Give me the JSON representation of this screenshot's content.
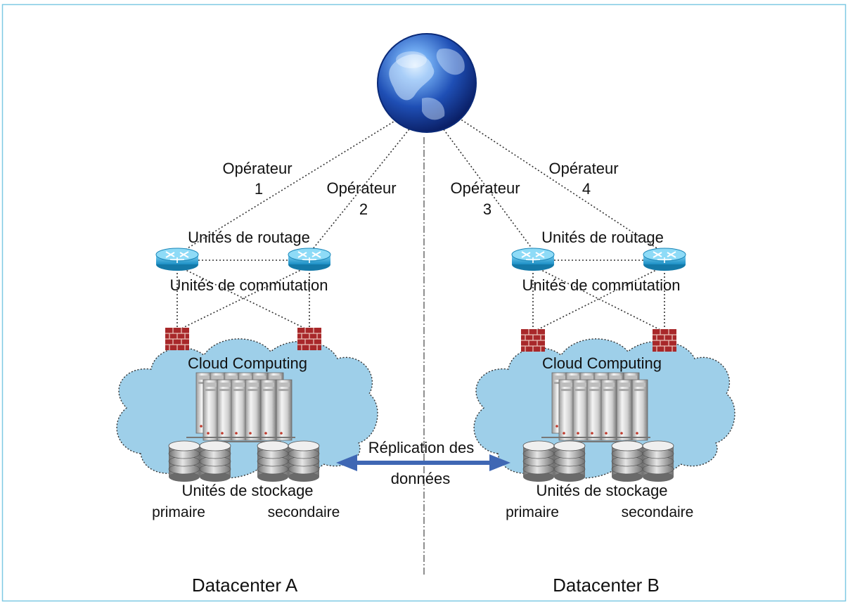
{
  "operators": [
    {
      "label": "Opérateur",
      "number": "1"
    },
    {
      "label": "Opérateur",
      "number": "2"
    },
    {
      "label": "Opérateur",
      "number": "3"
    },
    {
      "label": "Opérateur",
      "number": "4"
    }
  ],
  "datacenters": [
    {
      "routing": "Unités de routage",
      "switching": "Unités de commutation",
      "cloud": "Cloud Computing",
      "storage": "Unités de stockage",
      "primary": "primaire",
      "secondary": "secondaire",
      "name": "Datacenter A"
    },
    {
      "routing": "Unités de routage",
      "switching": "Unités de commutation",
      "cloud": "Cloud Computing",
      "storage": "Unités de stockage",
      "primary": "primaire",
      "secondary": "secondaire",
      "name": "Datacenter B"
    }
  ],
  "replication": {
    "line1": "Réplication des",
    "line2": "données"
  },
  "colors": {
    "frame": "#7fc9e3",
    "cloud": "#9ecfe9",
    "router": "#2aa9dd",
    "firewall": "#a8282a",
    "arrow": "#3f67b4",
    "globe": "#2a5fbf"
  }
}
